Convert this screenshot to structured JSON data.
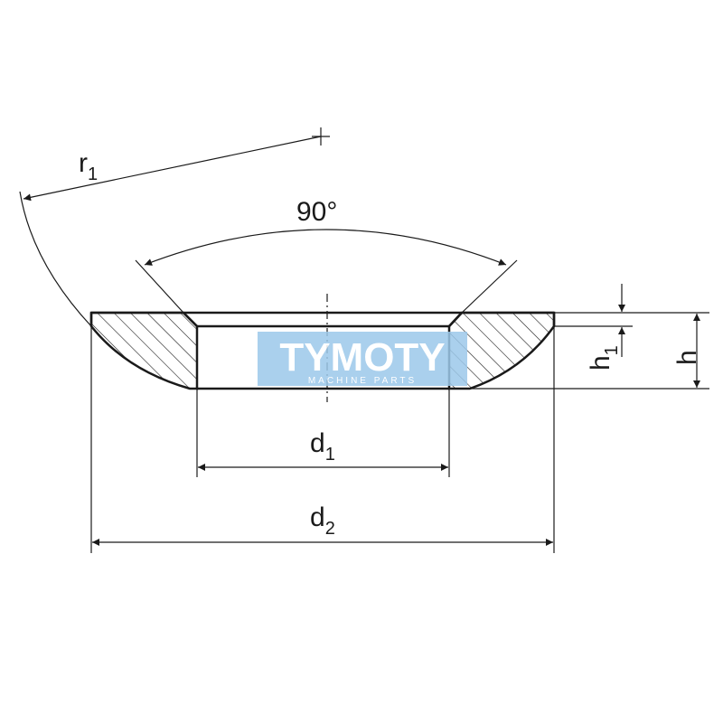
{
  "labels": {
    "r1": {
      "main": "r",
      "sub": "1"
    },
    "angle": "90°",
    "d1": {
      "main": "d",
      "sub": "1"
    },
    "d2": {
      "main": "d",
      "sub": "2"
    },
    "h1": {
      "main": "h",
      "sub": "1"
    },
    "h": "h"
  },
  "watermark": {
    "brand": "TYMOTY",
    "tagline": "MACHINE PARTS",
    "color": "#9cc8ea"
  },
  "colors": {
    "line": "#1a1a1a",
    "background": "#ffffff"
  }
}
